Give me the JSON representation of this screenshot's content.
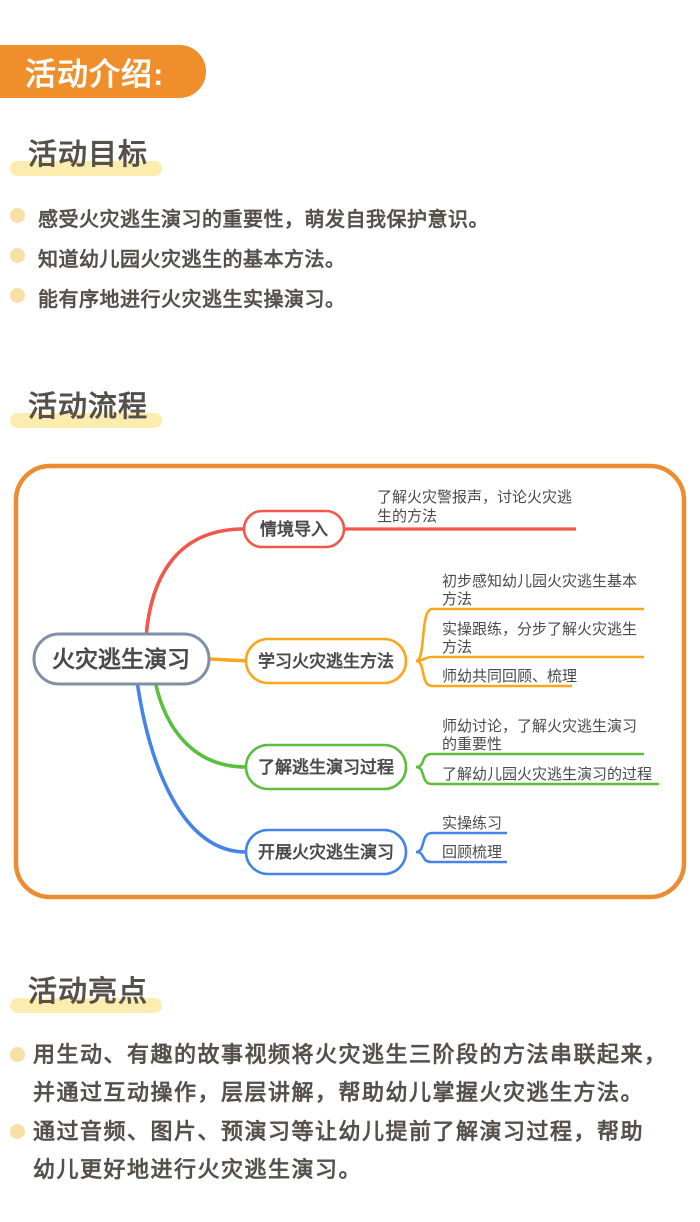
{
  "header": {
    "badge": "活动介绍:"
  },
  "goals": {
    "heading": "活动目标",
    "items": [
      "感受火灾逃生演习的重要性，萌发自我保护意识。",
      "知道幼儿园火灾逃生的基本方法。",
      "能有序地进行火灾逃生实操演习。"
    ]
  },
  "flow": {
    "heading": "活动流程"
  },
  "highlights": {
    "heading": "活动亮点",
    "items": [
      {
        "lines": [
          "用生动、有趣的故事视频将火灾逃生三阶段的方法串联起来，",
          "并通过互动操作，层层讲解，帮助幼儿掌握火灾逃生方法。"
        ]
      },
      {
        "lines": [
          "通过音频、图片、预演习等让幼儿提前了解演习过程，帮助",
          "幼儿更好地进行火灾逃生演习。"
        ]
      }
    ]
  },
  "mindmap": {
    "root": "火灾逃生演习",
    "root_border": "#7E90A5",
    "branches": [
      {
        "label": "情境导入",
        "color": "#F1584B",
        "children": [
          {
            "lines": [
              "了解火灾警报声，讨论火灾逃",
              "生的方法"
            ]
          }
        ]
      },
      {
        "label": "学习火灾逃生方法",
        "color": "#FBA61B",
        "children": [
          {
            "lines": [
              "初步感知幼儿园火灾逃生基本",
              "方法"
            ]
          },
          {
            "lines": [
              "实操跟练，分步了解火灾逃生",
              "方法"
            ]
          },
          {
            "lines": [
              "师幼共同回顾、梳理"
            ]
          }
        ]
      },
      {
        "label": "了解逃生演习过程",
        "color": "#5BBE3F",
        "children": [
          {
            "lines": [
              "师幼讨论，了解火灾逃生演习",
              "的重要性"
            ]
          },
          {
            "lines": [
              "了解幼儿园火灾逃生演习的过程"
            ]
          }
        ]
      },
      {
        "label": "开展火灾逃生演习",
        "color": "#4484EA",
        "children": [
          {
            "lines": [
              "实操练习"
            ]
          },
          {
            "lines": [
              "回顾梳理"
            ]
          }
        ]
      }
    ]
  },
  "colors": {
    "accent_orange": "#EF8E2B",
    "panel_border": "#EC8B2F",
    "heading_highlight": "#FCECAE",
    "bullet_dot": "#F7DFA6",
    "text_dark": "#55504A",
    "mind_text": "#4A4A4A"
  }
}
